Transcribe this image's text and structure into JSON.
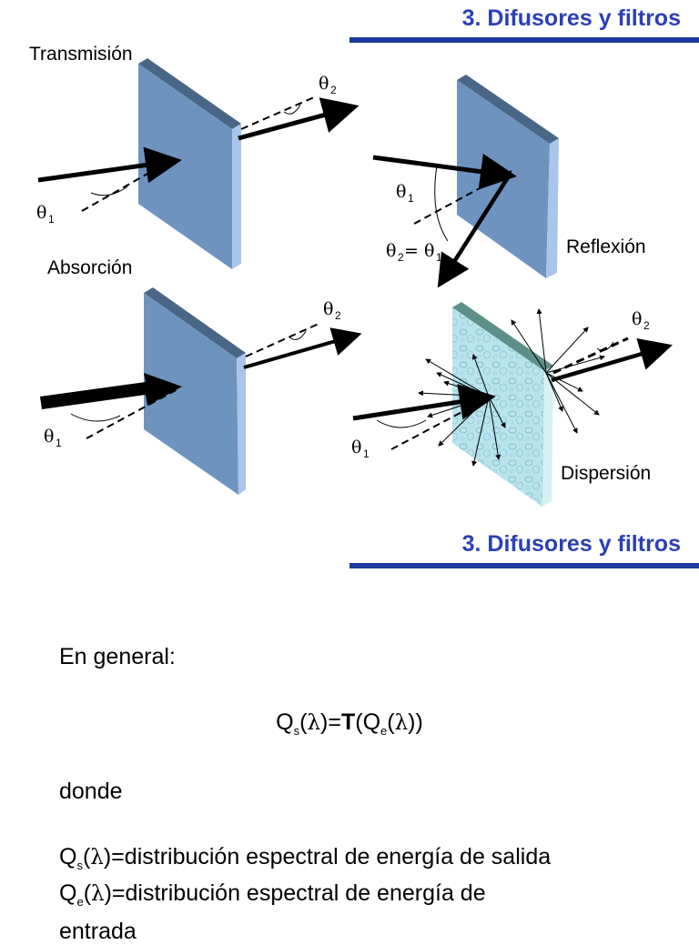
{
  "header": {
    "title": "3. Difusores y filtros"
  },
  "diagram": {
    "labels": {
      "transmission": "Transmisión",
      "reflection": "Reflexión",
      "absorption": "Absorción",
      "dispersion": "Dispersión"
    },
    "theta": "θ",
    "sub1": "1",
    "sub2": "2",
    "equals": "= ",
    "colors": {
      "slab_front": "#6f93bf",
      "slab_side": "#a9c6ea",
      "slab_top": "#4a6686",
      "scatter_front": "#b9e4ee",
      "title": "#2c3fb5",
      "rule": "#1f3a9e"
    }
  },
  "second_header": {
    "title": "3. Difusores y filtros"
  },
  "body": {
    "intro": "En general:",
    "formula": {
      "q": "Q",
      "s": "s",
      "lambda": "λ",
      "eq_open": ")=",
      "t": "T",
      "paren_open": "(",
      "e": "e",
      "close": "))"
    },
    "where": "donde",
    "def1_text": ")=distribución espectral de energía de salida",
    "def2_text": ")=distribución espectral de energía de",
    "def2_cont": "entrada"
  }
}
